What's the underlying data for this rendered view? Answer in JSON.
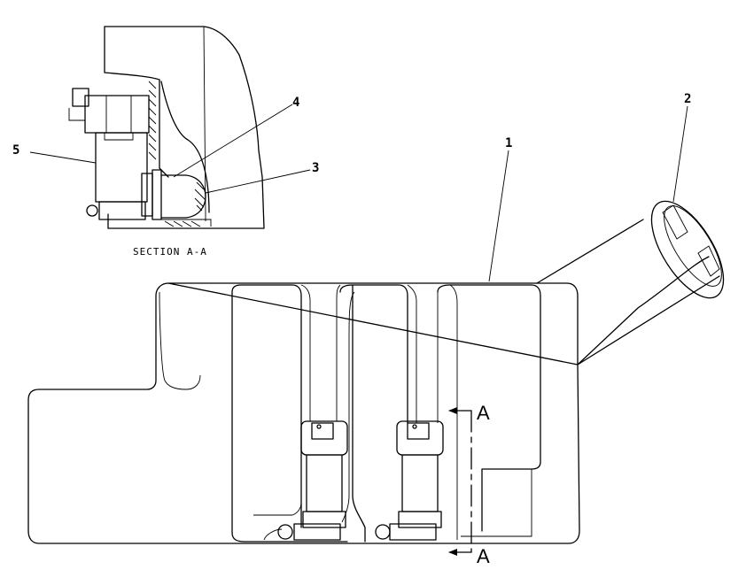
{
  "diagram": {
    "section_caption": "SECTION A-A",
    "section_letter": "A",
    "callouts": [
      "1",
      "2",
      "3",
      "4",
      "5"
    ]
  }
}
